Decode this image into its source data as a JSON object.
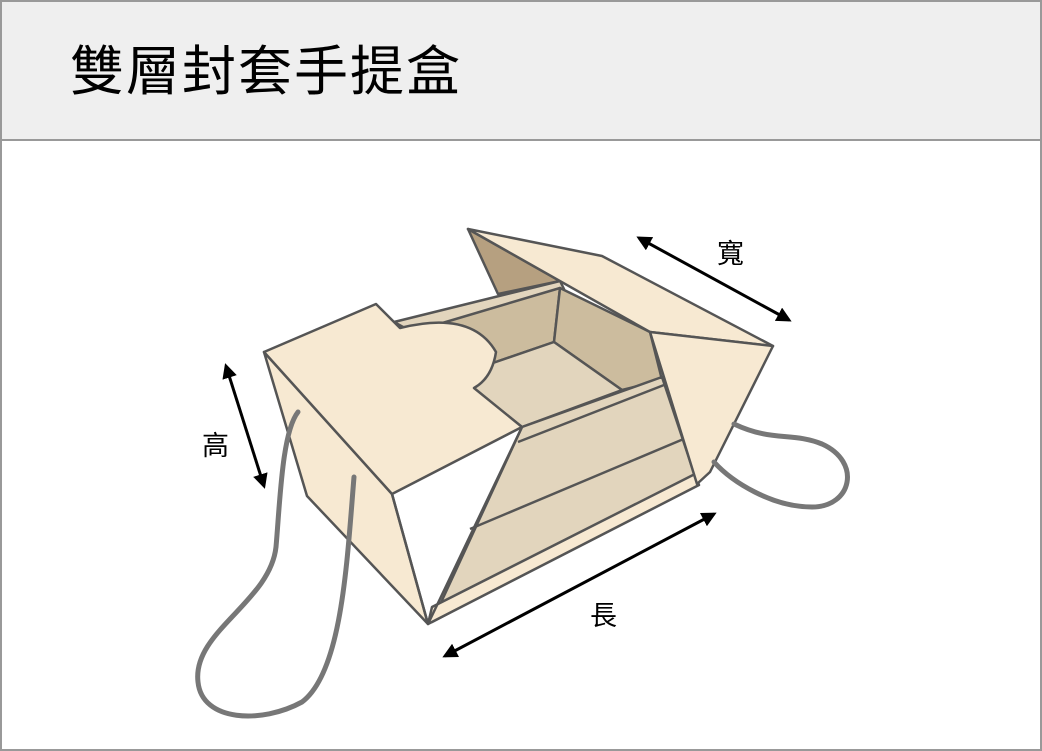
{
  "header": {
    "title": "雙層封套手提盒"
  },
  "diagram": {
    "subject": "double-layer sleeve handle box",
    "dimensions": {
      "height_label": "高",
      "width_label": "寬",
      "length_label": "長"
    },
    "colors": {
      "panel_light": "#f7e9d2",
      "panel_inner": "#e2d5bd",
      "panel_wall": "#ccbc9e",
      "panel_shadow": "#b6a080",
      "outline": "#555555",
      "rope": "#777777",
      "arrow": "#000000",
      "header_bg": "#efefef",
      "border": "#999999"
    }
  }
}
